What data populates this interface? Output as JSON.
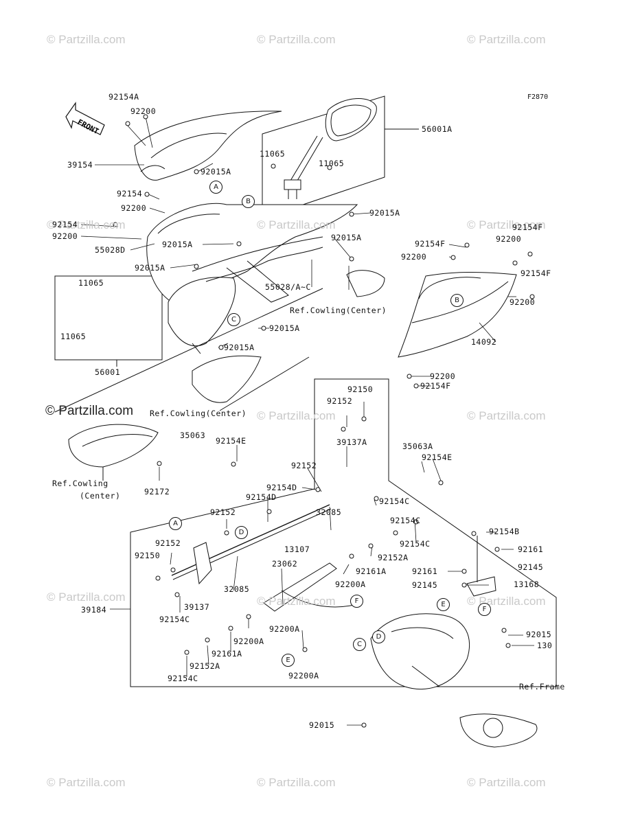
{
  "watermark": "© Partzilla.com",
  "figure_code": "F2870",
  "front_arrow": "FRONT",
  "circle_markers": [
    "A",
    "B",
    "C",
    "D",
    "E",
    "F"
  ],
  "part_labels": [
    "92154A",
    "92200",
    "39154",
    "92015A",
    "56001A",
    "11065",
    "11065",
    "92154",
    "92200",
    "92154",
    "92200",
    "55028D",
    "92015A",
    "92015A",
    "92015A",
    "92015A",
    "55028/A~C",
    "Ref.Cowling(Center)",
    "92154F",
    "92200",
    "92154F",
    "92200",
    "92154F",
    "92200",
    "14092",
    "11065",
    "11065",
    "56001",
    "92015A",
    "92015A",
    "92200",
    "92154F",
    "Ref.Cowling(Center)",
    "Ref.Cowling",
    "(Center)",
    "92172",
    "92150",
    "92152",
    "39137A",
    "35063",
    "92154E",
    "35063A",
    "92154E",
    "92152",
    "92154D",
    "92154D",
    "92152",
    "32085",
    "92154C",
    "92152",
    "92150",
    "13107",
    "92154C",
    "92152A",
    "92154C",
    "39184",
    "39137",
    "32085",
    "23062",
    "92161A",
    "92200A",
    "92154C",
    "92154B",
    "92161",
    "92161",
    "92145",
    "92145",
    "13168",
    "92200A",
    "92200A",
    "92161A",
    "92152A",
    "92154C",
    "92200A",
    "92015",
    "130",
    "Ref.Frame",
    "92015"
  ]
}
